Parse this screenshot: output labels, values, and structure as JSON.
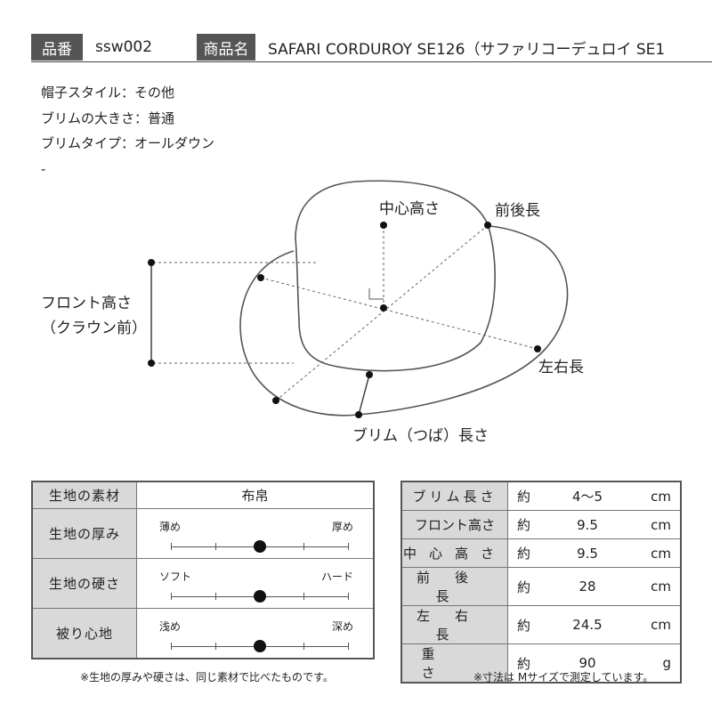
{
  "header": {
    "code_label": "品番",
    "code_value": "ssw002",
    "name_label": "商品名",
    "name_value": "SAFARI CORDUROY SE126（サファリコーデュロイ SE1"
  },
  "attributes": [
    "帽子スタイル：その他",
    "ブリムの大きさ：普通",
    "ブリムタイプ：オールダウン",
    "-"
  ],
  "diagram_labels": {
    "crown_height": "中心高さ",
    "front_back": "前後長",
    "front_height_1": "フロント高さ",
    "front_height_2": "（クラウン前）",
    "side_length": "左右長",
    "brim_length": "ブリム（つば）長さ"
  },
  "material_table": {
    "material_label": "生地の素材",
    "material_value": "布帛",
    "rows": [
      {
        "label": "生地の厚み",
        "left": "薄め",
        "right": "厚め",
        "level": 0.5
      },
      {
        "label": "生地の硬さ",
        "left": "ソフト",
        "right": "ハード",
        "level": 0.5
      },
      {
        "label": "被り心地",
        "left": "浅め",
        "right": "深め",
        "level": 0.5
      }
    ],
    "note": "※生地の厚みや硬さは、同じ素材で比べたものです。"
  },
  "size_table": {
    "rows": [
      {
        "label": "ブリム長さ",
        "prefix": "約",
        "value": "4～5",
        "unit": "cm"
      },
      {
        "label": "フロント高さ",
        "prefix": "約",
        "value": "9.5",
        "unit": "cm"
      },
      {
        "label": "中心高さ",
        "prefix": "約",
        "value": "9.5",
        "unit": "cm"
      },
      {
        "label": "前後長",
        "prefix": "約",
        "value": "28",
        "unit": "cm"
      },
      {
        "label": "左右長",
        "prefix": "約",
        "value": "24.5",
        "unit": "cm"
      },
      {
        "label": "重さ",
        "prefix": "約",
        "value": "90",
        "unit": "g"
      }
    ],
    "note": "※寸法は Mサイズで測定しています。"
  }
}
